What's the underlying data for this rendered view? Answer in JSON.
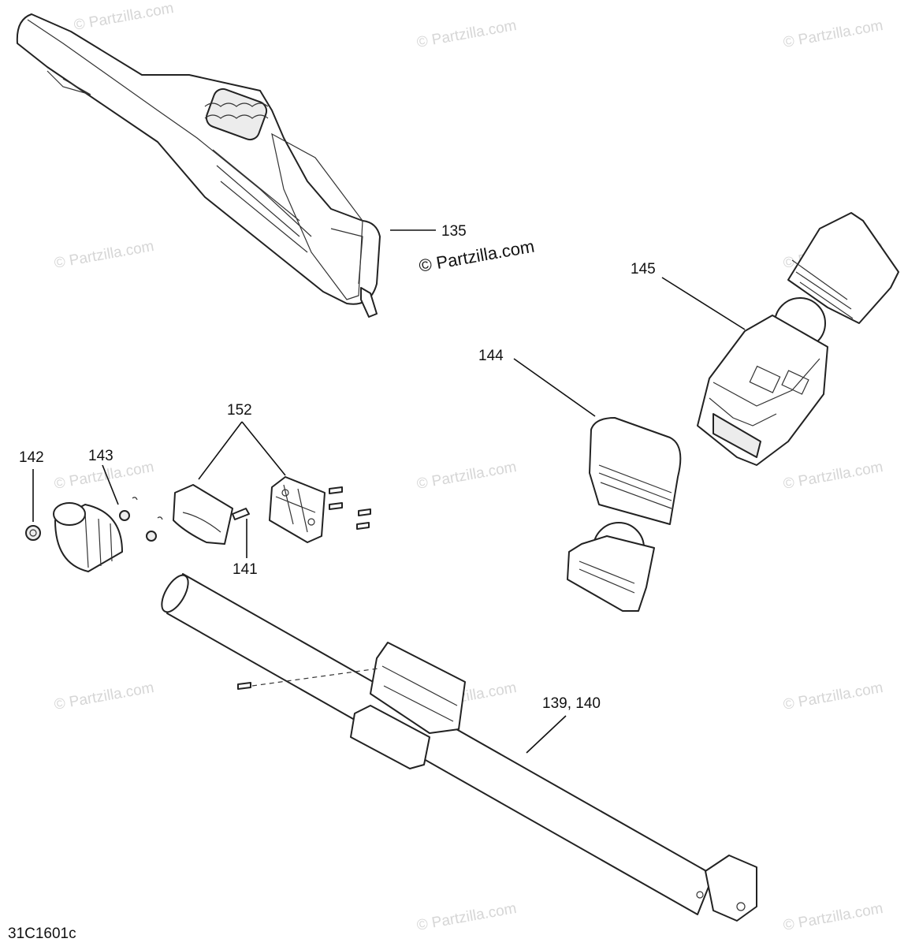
{
  "watermark": "© Partzilla.com",
  "copyright": "© Partzilla.com",
  "diagram_code": "31C1601c",
  "callouts": {
    "c135": "135",
    "c145": "145",
    "c144": "144",
    "c152": "152",
    "c142": "142",
    "c143": "143",
    "c141": "141",
    "c139": "139, 140"
  }
}
